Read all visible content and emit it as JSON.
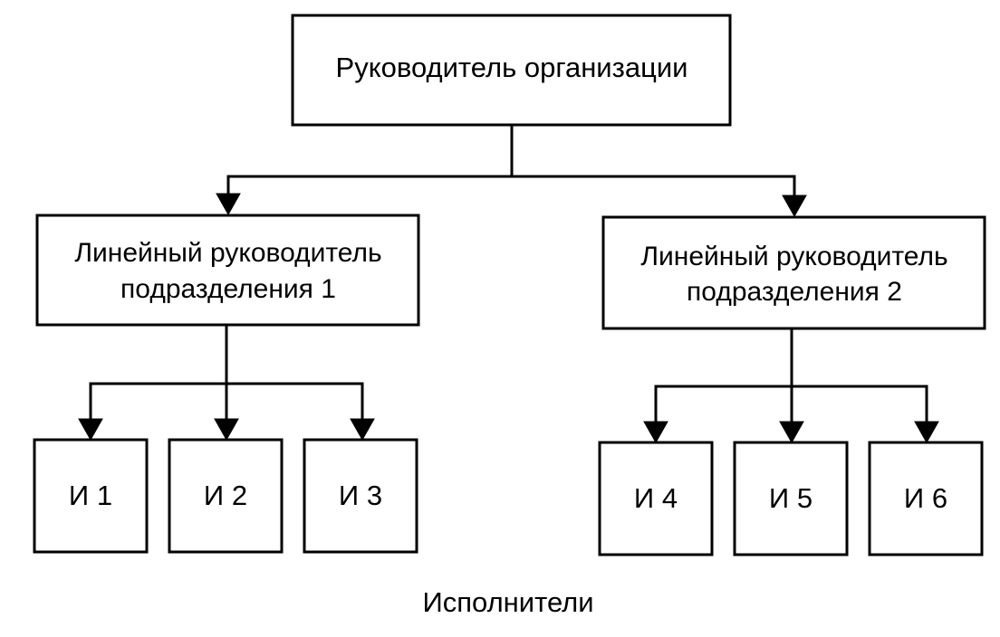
{
  "diagram": {
    "root": {
      "label": "Руководитель организации"
    },
    "managers": [
      {
        "line1": "Линейный руководитель",
        "line2": "подразделения 1"
      },
      {
        "line1": "Линейный руководитель",
        "line2": "подразделения 2"
      }
    ],
    "executors": [
      {
        "label": "И 1"
      },
      {
        "label": "И 2"
      },
      {
        "label": "И 3"
      },
      {
        "label": "И 4"
      },
      {
        "label": "И 5"
      },
      {
        "label": "И 6"
      }
    ],
    "caption": "Исполнители"
  }
}
